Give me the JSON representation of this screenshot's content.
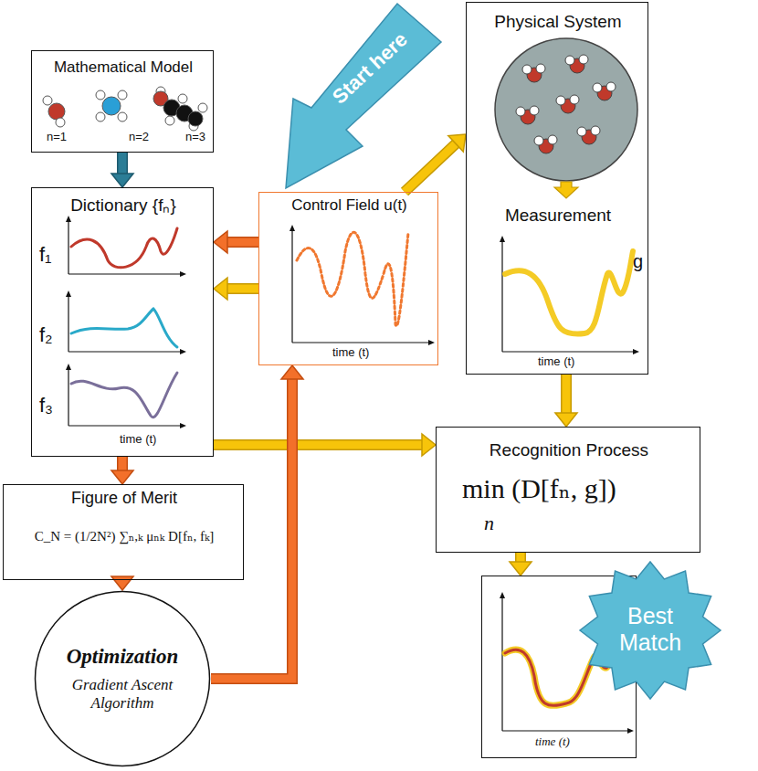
{
  "diagram": {
    "nodes": [
      {
        "text": [
          "Mathematical Model",
          "n=1",
          "n=2",
          "n=3"
        ]
      },
      {
        "text": [
          "Dictionary {fₙ}",
          "f₁",
          "f₂",
          "f₃",
          "time (t)"
        ]
      },
      {
        "text": [
          "Control Field u(t)",
          "time (t)"
        ]
      },
      {
        "text": [
          "Physical System",
          "Measurement",
          "g",
          "time  (t)"
        ]
      },
      {
        "text": [
          "Figure of Merit",
          "C_N = (1/2N²) ∑ₙ,ₖ μₙₖ D[fₙ, fₖ]"
        ]
      },
      {
        "text": [
          "Optimization",
          "Gradient Ascent Algorithm"
        ]
      },
      {
        "text": [
          "Recognition Process",
          "min (D[fₙ, g])",
          "n"
        ]
      },
      {
        "text": [
          "time (t)"
        ]
      },
      {
        "text": [
          "Best Match"
        ]
      },
      {
        "text": [
          "Start here"
        ]
      }
    ],
    "edges": [
      {
        "from": 0,
        "to": 1,
        "arrow": "to"
      },
      {
        "from": 2,
        "to": 1,
        "arrow": "to"
      },
      {
        "from": 2,
        "to": 1,
        "arrow": "to"
      },
      {
        "from": 2,
        "to": 3,
        "arrow": "to"
      },
      {
        "from": 1,
        "to": 6,
        "arrow": "to"
      },
      {
        "from": 3,
        "to": 6,
        "arrow": "to"
      },
      {
        "from": 6,
        "to": 7,
        "arrow": "to"
      },
      {
        "from": 1,
        "to": 4,
        "arrow": "to"
      },
      {
        "from": 4,
        "to": 5,
        "arrow": "to"
      },
      {
        "from": 5,
        "to": 2,
        "arrow": "to"
      }
    ]
  }
}
